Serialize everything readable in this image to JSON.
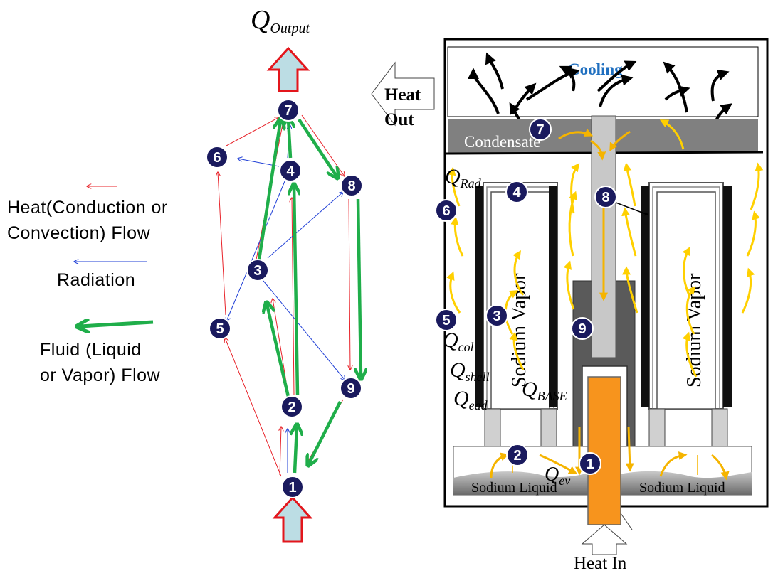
{
  "colors": {
    "heat_flow": "#e8232a",
    "radiation": "#1f3fd6",
    "fluid_flow": "#1fae4a",
    "node_fill": "#1a1a5e",
    "arrow_fill": "#bcdde4",
    "arrow_stroke": "#e3161c",
    "cooling_text": "#1f6fc0",
    "condensate": "#808080",
    "base": "#5a5a5a",
    "heater": "#f7941d",
    "vapor_arrow": "#ffd000",
    "orange_arrow": "#f5b400"
  },
  "network": {
    "output_label_main": "Q",
    "output_label_sub": "Output",
    "nodes": [
      "1",
      "2",
      "3",
      "4",
      "5",
      "6",
      "7",
      "8",
      "9"
    ]
  },
  "legend": {
    "heat_flow_line1": "Heat(Conduction or",
    "heat_flow_line2": "Convection) Flow",
    "radiation": "Radiation",
    "fluid_flow_line1": "Fluid (Liquid",
    "fluid_flow_line2": "or Vapor) Flow"
  },
  "heat_out": {
    "line1": "Heat",
    "line2": "Out"
  },
  "device": {
    "cooling": "Cooling",
    "condensate": "Condensate",
    "sodium_vapor": "Sodium Vapor",
    "sodium_liquid": "Sodium Liquid",
    "heat_in": "Heat In",
    "q_rad_main": "Q",
    "q_rad_sub": "Rad",
    "q_col_main": "Q",
    "q_col_sub": "col",
    "q_shell_main": "Q",
    "q_shell_sub": "shell",
    "q_lead_main": "Q",
    "q_lead_sub": "ead",
    "q_base_main": "Q",
    "q_base_sub": "BASE",
    "q_ev_main": "Q",
    "q_ev_sub": "ev"
  }
}
